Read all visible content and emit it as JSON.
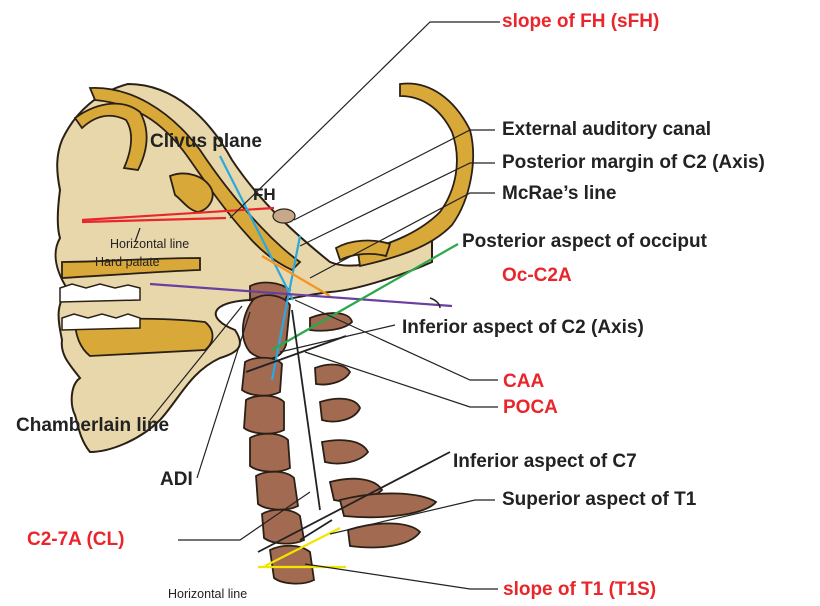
{
  "colors": {
    "bone": "#e9d7ac",
    "bone_outline": "#2a2016",
    "cortex": "#d8a838",
    "vertebra": "#a36a52",
    "red_line": "#e8262b",
    "blue_line": "#29a9e1",
    "orange_line": "#f7941d",
    "green_line": "#2aa84a",
    "purple_line": "#6b3fa0",
    "yellow_line": "#f2e500",
    "leader": "#222222",
    "red_text": "#e8262b",
    "dark_text": "#222222"
  },
  "labels": {
    "sfh": "slope of FH (sFH)",
    "clivus": "Clivus plane",
    "fh": "FH",
    "horizontal_top": "Horizontal line",
    "hard_palate": "Hard palate",
    "ext_auditory": "External auditory canal",
    "post_margin_c2": "Posterior margin of C2 (Axis)",
    "mcrae": "McRae’s line",
    "post_occiput": "Posterior aspect of occiput",
    "oc_c2a": "Oc-C2A",
    "inf_c2": "Inferior aspect of  C2 (Axis)",
    "caa": "CAA",
    "poca": "POCA",
    "chamberlain": "Chamberlain line",
    "adi": "ADI",
    "inf_c7": "Inferior aspect of C7",
    "sup_t1": "Superior aspect of T1",
    "c2_7a": "C2-7A (CL)",
    "horizontal_bottom": "Horizontal line",
    "t1s": "slope of T1 (T1S)"
  }
}
